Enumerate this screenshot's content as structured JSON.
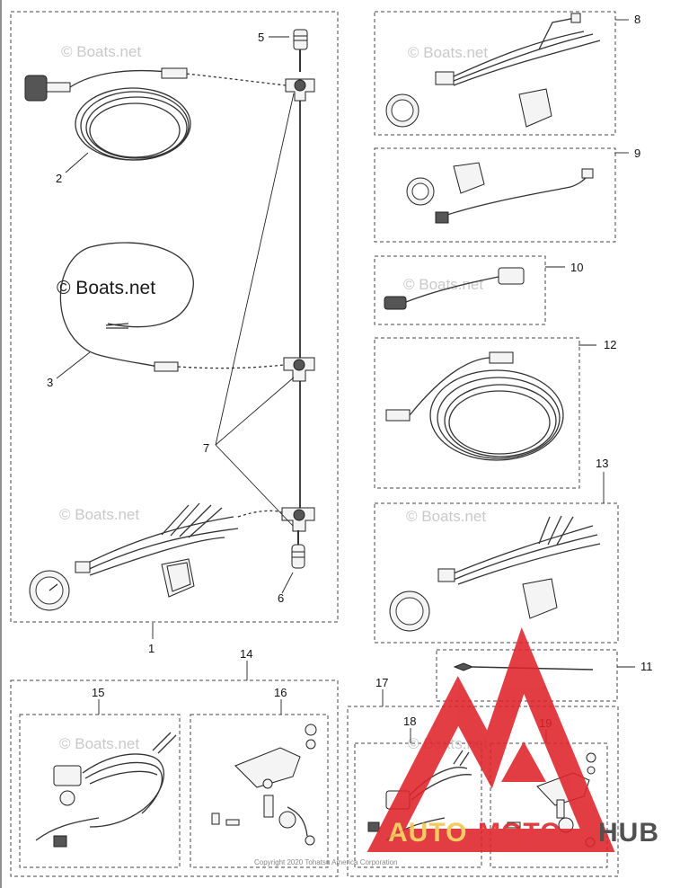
{
  "watermarks": {
    "boats_main": "© Boats.net",
    "boats_small": "© Boats.net"
  },
  "copyright": "Copyright 2020 Tohatsu America Corporation",
  "brand": {
    "auto": "AUTO",
    "moto": "MOTO",
    "hub": "HUB",
    "logo_color": "#e0232b",
    "auto_color": "#f2c44e",
    "hub_color": "#3a3a3a"
  },
  "callouts": [
    "1",
    "2",
    "3",
    "5",
    "6",
    "7",
    "8",
    "9",
    "10",
    "11",
    "12",
    "13",
    "14",
    "15",
    "16",
    "17",
    "18",
    "19"
  ]
}
